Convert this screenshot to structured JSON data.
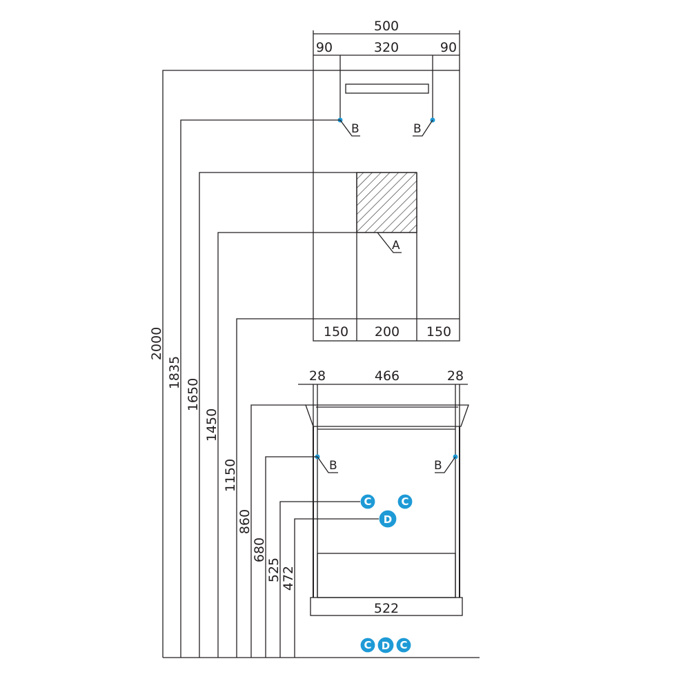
{
  "upper_unit": {
    "top_dims": [
      "500",
      "90",
      "320",
      "90"
    ],
    "bottom_dims": [
      "150",
      "200",
      "150"
    ],
    "callouts": [
      "B",
      "B",
      "A"
    ]
  },
  "lower_unit": {
    "top_dims": [
      "28",
      "466",
      "28"
    ],
    "bottom_dim": "522",
    "callouts": [
      "B",
      "B"
    ],
    "markers": [
      "C",
      "C",
      "D"
    ]
  },
  "heights": [
    "2000",
    "1835",
    "1650",
    "1450",
    "1150",
    "860",
    "680",
    "525",
    "472"
  ],
  "floor_markers": [
    "C",
    "D",
    "C"
  ],
  "colors": {
    "line": "#231f20",
    "accent": "#1e9ad6"
  }
}
